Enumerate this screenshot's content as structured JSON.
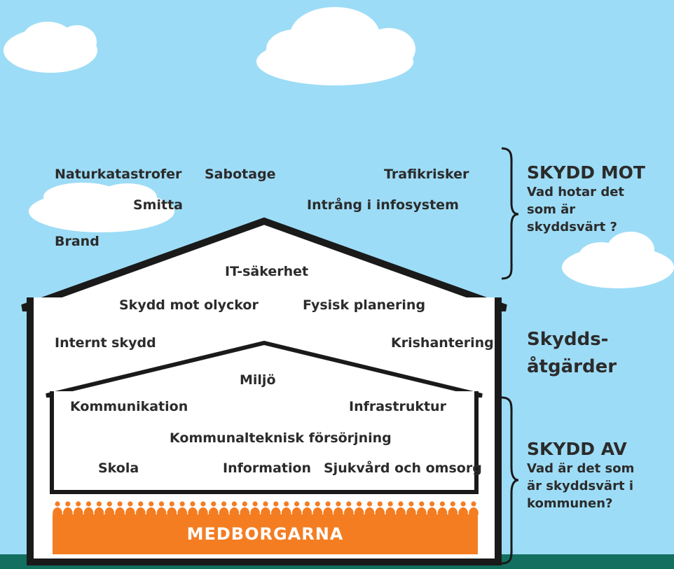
{
  "colors": {
    "sky": "#9ddcf6",
    "cloud": "#ffffff",
    "ground": "#137060",
    "house_fill": "#ffffff",
    "house_stroke": "#1a1a1a",
    "citizens": "#f47d22",
    "text": "#2b2b2b"
  },
  "threats": {
    "naturkatastrofer": "Naturkatastrofer",
    "sabotage": "Sabotage",
    "trafikrisker": "Trafikrisker",
    "smitta": "Smitta",
    "intrang": "Intrång i infosystem",
    "brand": "Brand"
  },
  "measures": {
    "it_sakerhet": "IT-säkerhet",
    "skydd_mot_olyckor": "Skydd mot olyckor",
    "fysisk_planering": "Fysisk planering",
    "internt_skydd": "Internt skydd",
    "krishantering": "Krishantering"
  },
  "assets": {
    "miljo": "Miljö",
    "kommunikation": "Kommunikation",
    "infrastruktur": "Infrastruktur",
    "kommunalteknisk": "Kommunalteknisk försörjning",
    "skola": "Skola",
    "information": "Information",
    "sjukvard": "Sjukvård och omsorg"
  },
  "citizens_label": "MEDBORGARNA",
  "sections": {
    "skydd_mot": {
      "title": "SKYDD MOT",
      "lines": [
        "Vad hotar det",
        "som är",
        "skyddsvärt ?"
      ]
    },
    "skyddsatgarder": {
      "lines": [
        "Skydds-",
        "åtgärder"
      ]
    },
    "skydd_av": {
      "title": "SKYDD AV",
      "lines": [
        "Vad är det som",
        "är skyddsvärt i",
        "kommunen?"
      ]
    }
  }
}
